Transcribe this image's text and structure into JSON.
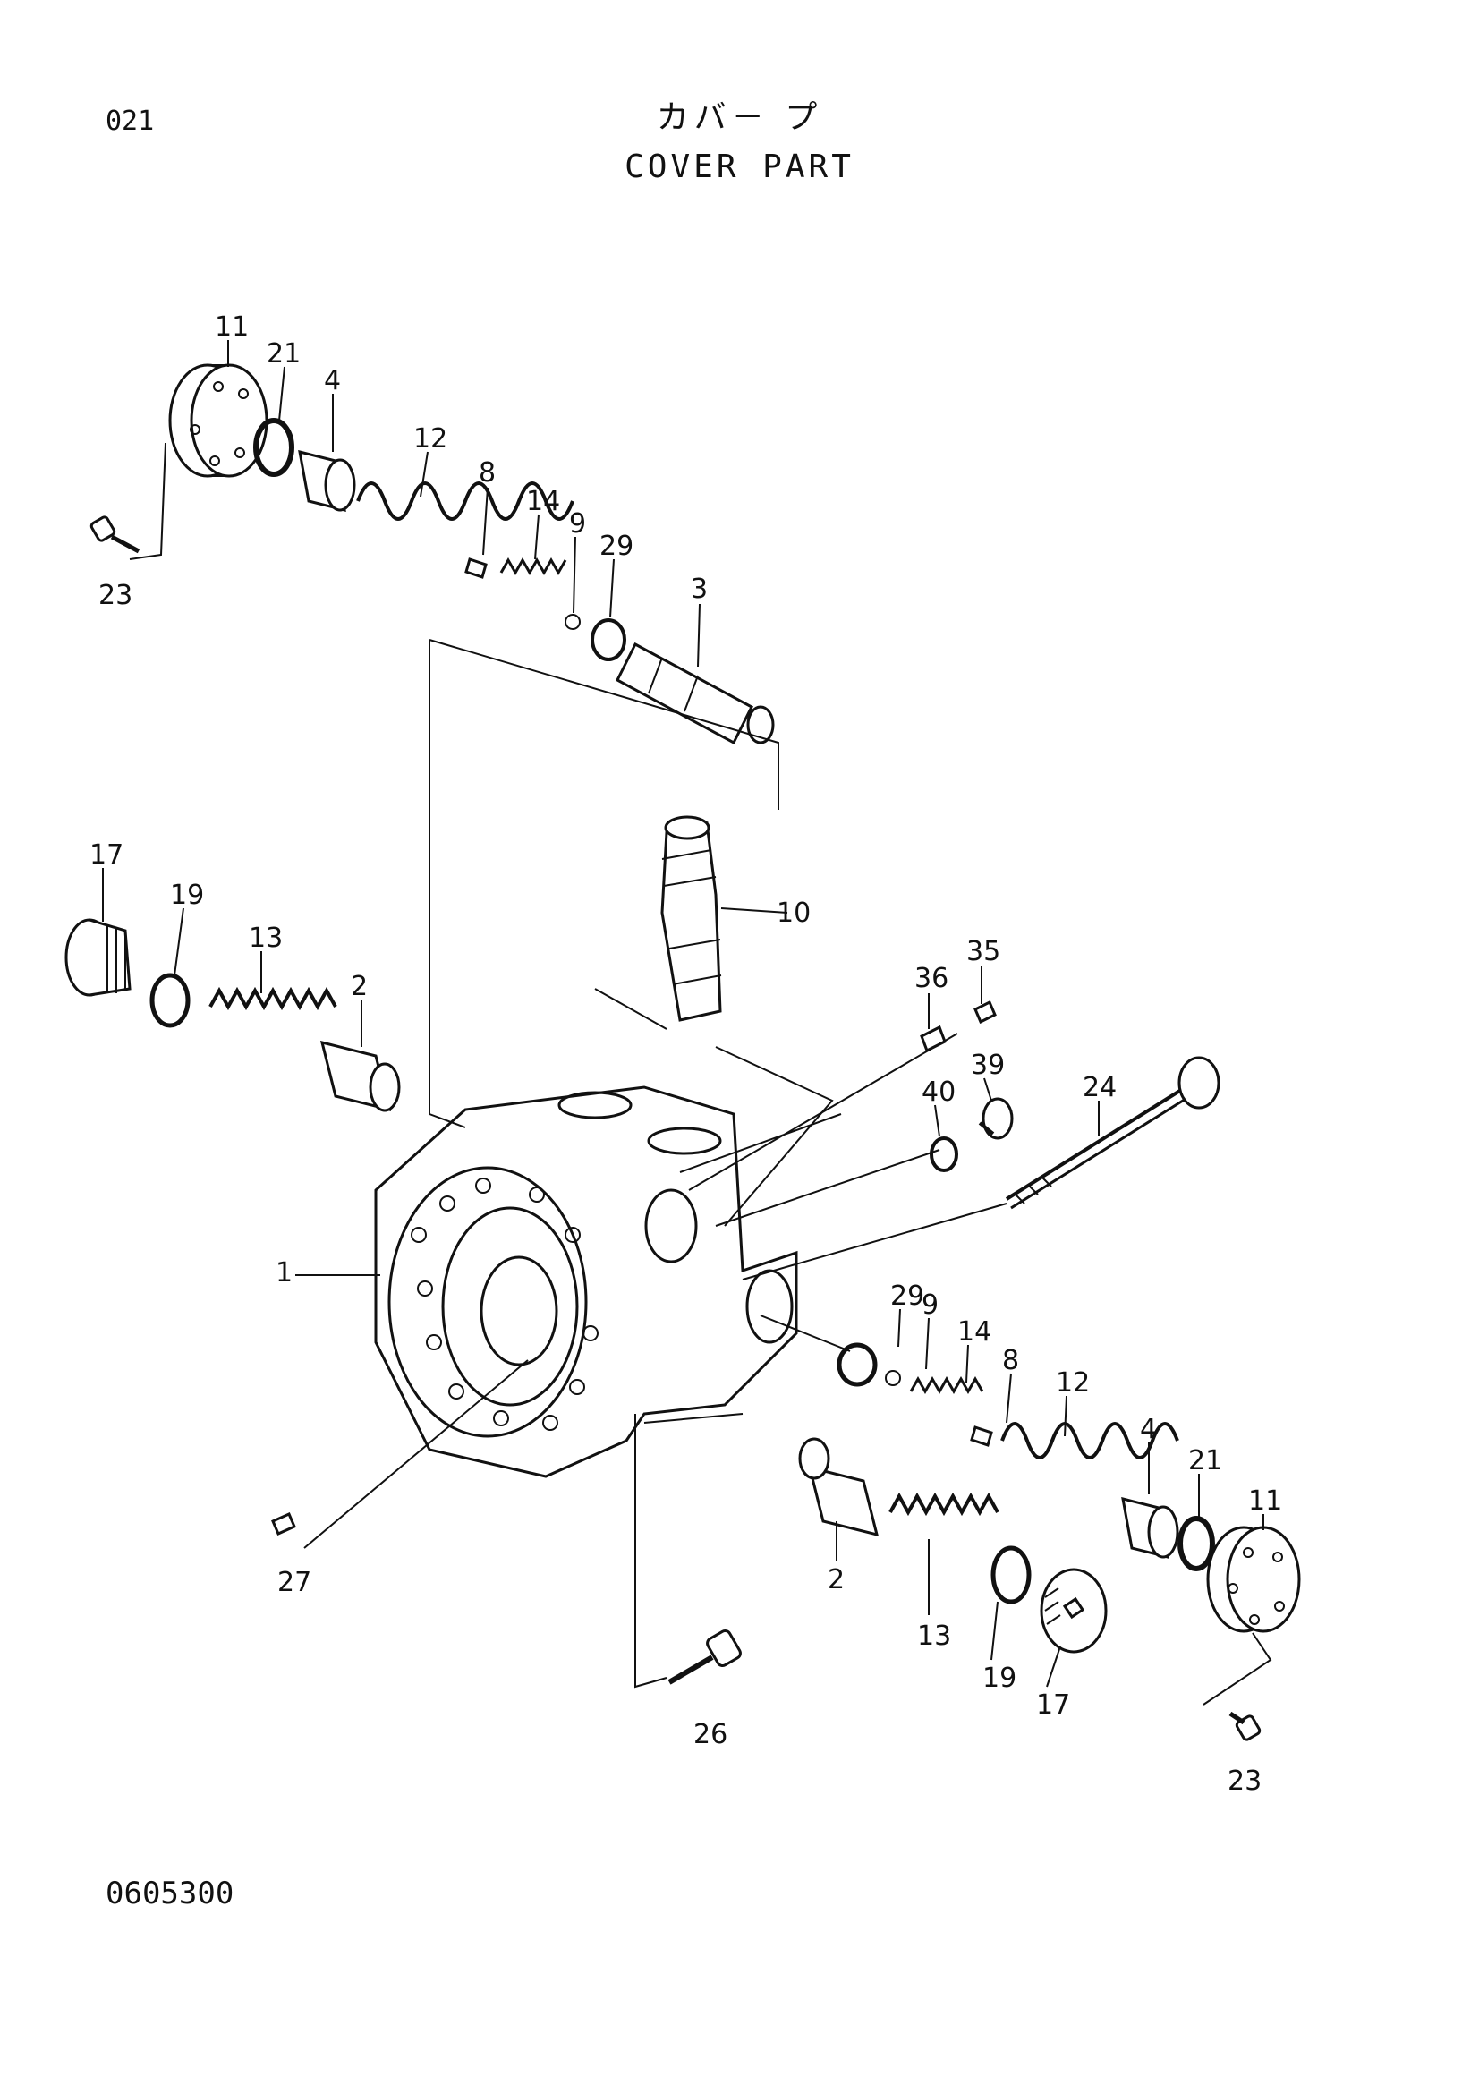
{
  "header": {
    "page_number": "021",
    "title_jp": "カバ－ プ",
    "title_en": "COVER PART"
  },
  "footer": {
    "figure_code": "0605300"
  },
  "callouts": {
    "c11a": "11",
    "c21a": "21",
    "c4a": "4",
    "c12a": "12",
    "c8a": "8",
    "c14a": "14",
    "c9a": "9",
    "c29a": "29",
    "c3": "3",
    "c23a": "23",
    "c17a": "17",
    "c19a": "19",
    "c13a": "13",
    "c2a": "2",
    "c10": "10",
    "c36": "36",
    "c35": "35",
    "c39": "39",
    "c40": "40",
    "c24": "24",
    "c1": "1",
    "c29b": "29",
    "c9b": "9",
    "c14b": "14",
    "c8b": "8",
    "c12b": "12",
    "c4b": "4",
    "c21b": "21",
    "c11b": "11",
    "c27": "27",
    "c2b": "2",
    "c13b": "13",
    "c19b": "19",
    "c17b": "17",
    "c26": "26",
    "c23b": "23"
  }
}
